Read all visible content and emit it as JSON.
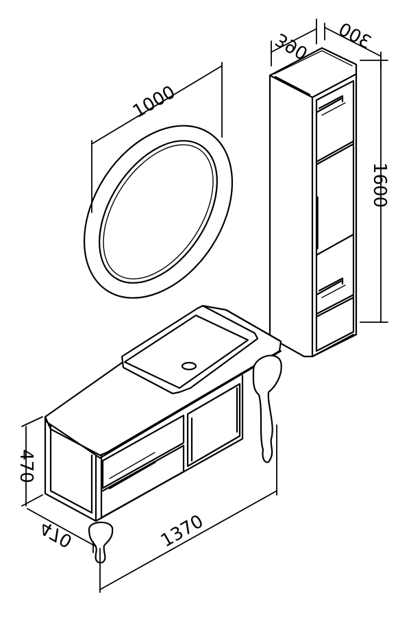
{
  "dimensions": {
    "mirror_width": "1000",
    "cabinet_width": "390",
    "cabinet_depth": "300",
    "cabinet_height": "1600",
    "vanity_height": "470",
    "vanity_depth": "470",
    "vanity_width": "1370"
  }
}
